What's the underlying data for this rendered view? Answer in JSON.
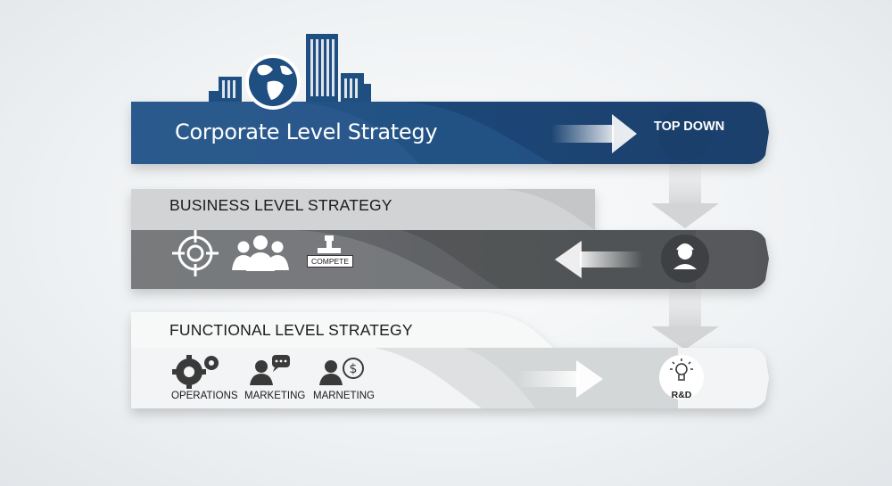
{
  "corporate": {
    "title": "Corporate Level Strategy",
    "badge": "TOP DOWN"
  },
  "business": {
    "title": "BUSINESS LEVEL STRATEGY",
    "sign_label": "COMPETE"
  },
  "functional": {
    "title": "FUNCTIONAL LEVEL STRATEGY",
    "items": [
      "OPERATIONS",
      "MARKETING",
      "MARNETING"
    ],
    "badge": "R&D"
  },
  "colors": {
    "corporate_dark": "#173f68",
    "corporate_mid": "#2a5b8e",
    "business_dark": "#4d4f52",
    "business_light": "#bfc1c3",
    "functional_light": "#f2f3f4"
  },
  "icons": [
    "globe-icon",
    "building-icon",
    "target-icon",
    "team-icon",
    "compete-sign-icon",
    "gears-icon",
    "speech-person-icon",
    "dollar-person-icon",
    "person-icon",
    "lightbulb-icon",
    "arrow-right-icon",
    "arrow-left-icon",
    "arrow-down-icon"
  ]
}
